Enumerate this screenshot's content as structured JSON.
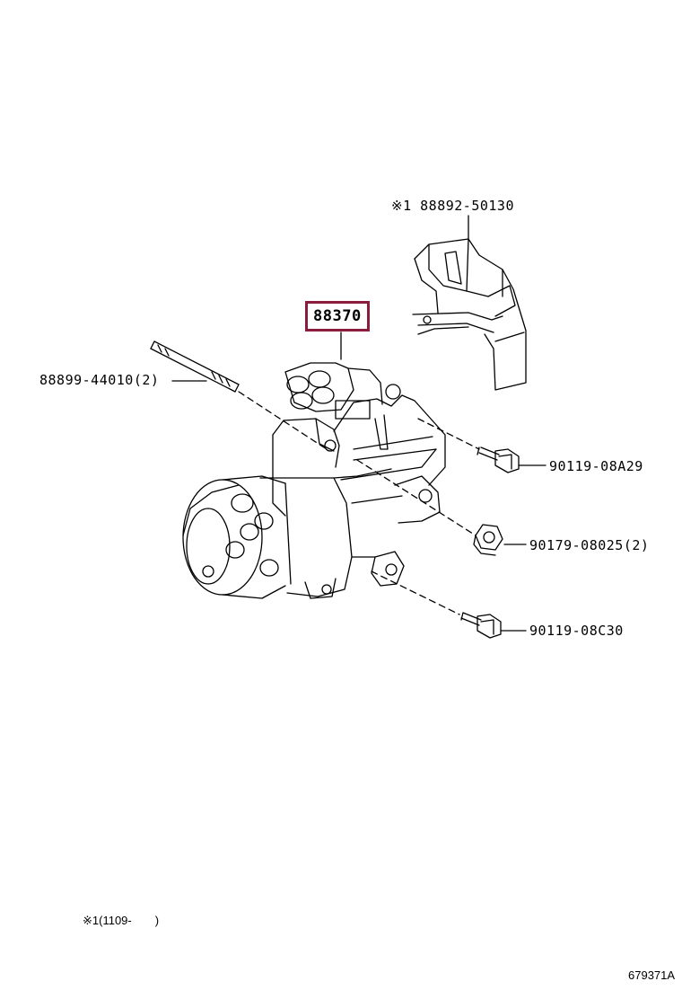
{
  "highlight_color": "#8c1c3c",
  "callouts": {
    "bracket": "※1 88892-50130",
    "compressor": "88370",
    "stud_bolt": "88899-44010(2)",
    "bolt_upper": "90119-08A29",
    "nut": "90179-08025(2)",
    "bolt_lower": "90119-08C30"
  },
  "footnote": "※1(1109-　　)",
  "illustration_id": "679371A",
  "icons": [
    "compressor-illustration",
    "bracket-illustration",
    "stud-bolt-illustration",
    "bolt-icon",
    "nut-icon"
  ]
}
